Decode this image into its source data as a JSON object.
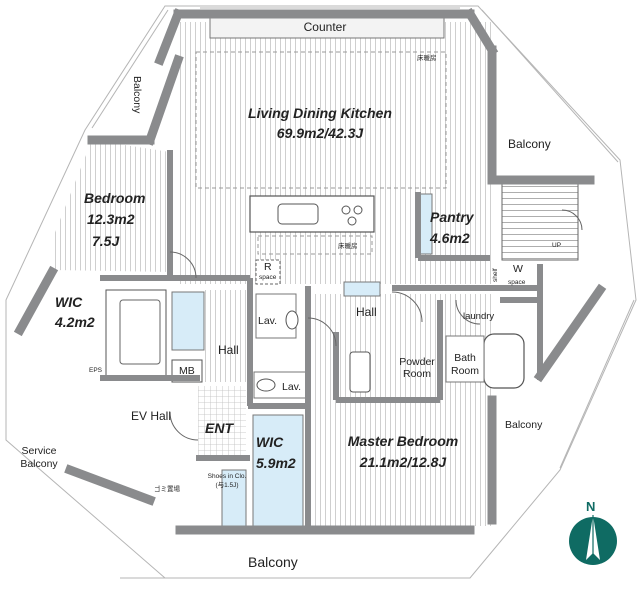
{
  "rooms": {
    "ldk_name": "Living Dining Kitchen",
    "ldk_area": "69.9m2/42.3J",
    "bedroom_name": "Bedroom",
    "bedroom_area_m2": "12.3m2",
    "bedroom_area_j": "7.5J",
    "wic_left_name": "WIC",
    "wic_left_area": "4.2m2",
    "pantry_name": "Pantry",
    "pantry_area": "4.6m2",
    "master_name": "Master Bedroom",
    "master_area": "21.1m2/12.8J",
    "wic_center_name": "WIC",
    "wic_center_area": "5.9m2",
    "ent": "ENT"
  },
  "labels": {
    "counter": "Counter",
    "balcony_top_left": "Balcony",
    "balcony_right_top": "Balcony",
    "balcony_right": "Balcony",
    "balcony_bottom": "Balcony",
    "service_balcony_line1": "Service",
    "service_balcony_line2": "Balcony",
    "ev_hall": "EV  Hall",
    "hall_left": "Hall",
    "hall_right": "Hall",
    "powder_room_line1": "Powder",
    "powder_room_line2": "Room",
    "bath_room_line1": "Bath",
    "bath_room_line2": "Room",
    "laundry": "laundry",
    "lav_upper": "Lav.",
    "lav_lower": "Lav.",
    "mb": "MB",
    "eps": "EPS",
    "r_space_letter": "R",
    "r_space_word": "space",
    "w_space_letter": "W",
    "w_space_word": "space",
    "shelf": "shelf",
    "up": "UP",
    "floor_heating_1": "床暖房",
    "floor_heating_2": "床暖房",
    "shoes_line1": "Shoes in Clo.",
    "shoes_line2": "(与1.5J)",
    "garbage": "ゴミ置場"
  },
  "compass": {
    "letter": "N",
    "color": "#0f6b63"
  },
  "colors": {
    "wall": "#8a8b8d",
    "glass": "#d7ecf8",
    "floor_line": "#c9c9c9"
  }
}
